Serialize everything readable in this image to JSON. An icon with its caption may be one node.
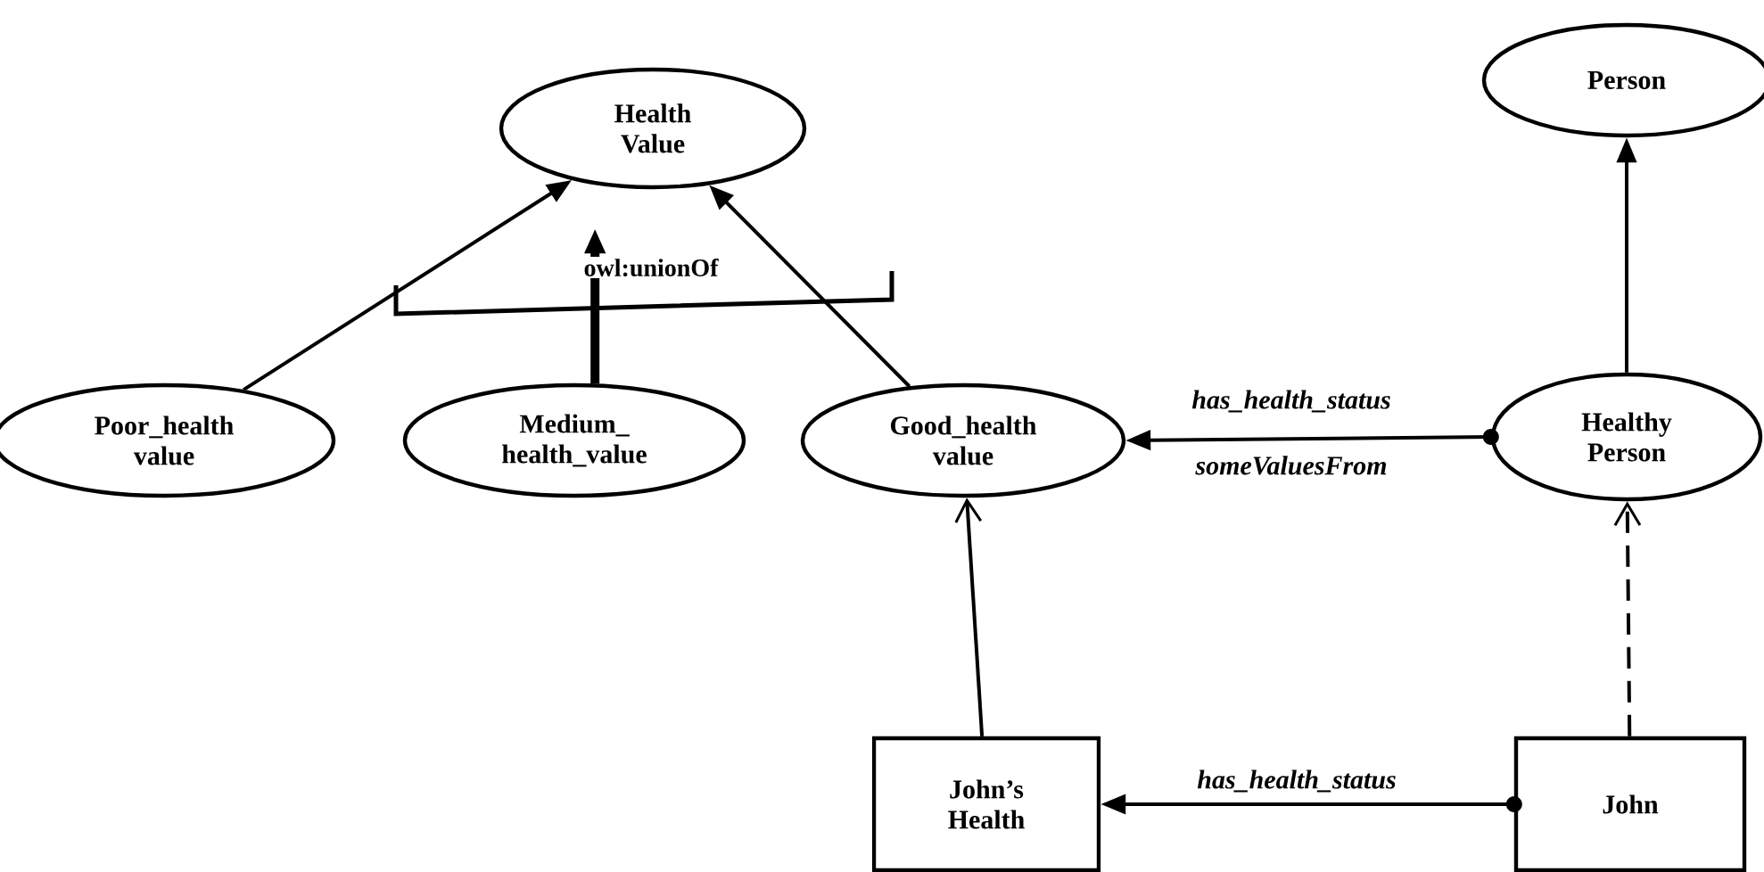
{
  "diagram": {
    "nodes": [
      {
        "text": [
          "Health Value"
        ]
      },
      {
        "text": [
          "Person"
        ]
      },
      {
        "text": [
          "Poor_health value"
        ]
      },
      {
        "text": [
          "Medium_ health_value"
        ]
      },
      {
        "text": [
          "Good_health value"
        ]
      },
      {
        "text": [
          "Healthy Person"
        ]
      },
      {
        "text": [
          "John’s Health"
        ]
      },
      {
        "text": [
          "John"
        ]
      }
    ],
    "edges": [
      {
        "from": 2,
        "to": 0,
        "arrow": "to"
      },
      {
        "from": 3,
        "to": 0,
        "arrow": "to",
        "style": "thick"
      },
      {
        "from": 4,
        "to": 0,
        "arrow": "to"
      },
      {
        "from": 5,
        "to": 1,
        "arrow": "to"
      },
      {
        "from": 5,
        "to": 4,
        "arrow": "to",
        "label": "has_health_status"
      },
      {
        "from": 6,
        "to": 4,
        "arrow": "to"
      },
      {
        "from": 7,
        "to": 5,
        "arrow": "to",
        "style": "dashed"
      },
      {
        "from": 7,
        "to": 6,
        "arrow": "to",
        "label": "has_health_status"
      }
    ],
    "labels": [
      "owl:unionOf",
      "someValuesFrom"
    ]
  }
}
